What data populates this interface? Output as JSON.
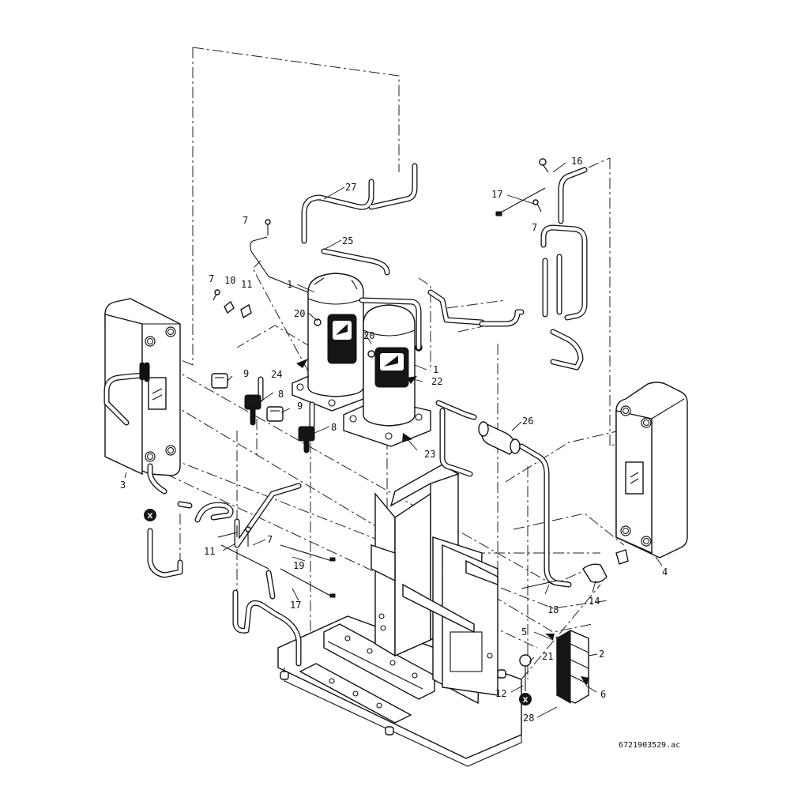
{
  "diagram": {
    "reference_code": "6721903529.ac",
    "connection_marker": "X",
    "callouts": [
      {
        "id": "c1a",
        "text": "1"
      },
      {
        "id": "c1b",
        "text": "1"
      },
      {
        "id": "c2",
        "text": "2"
      },
      {
        "id": "c3",
        "text": "3"
      },
      {
        "id": "c4",
        "text": "4"
      },
      {
        "id": "c5",
        "text": "5"
      },
      {
        "id": "c6",
        "text": "6"
      },
      {
        "id": "c7a",
        "text": "7"
      },
      {
        "id": "c7b",
        "text": "7"
      },
      {
        "id": "c7c",
        "text": "7"
      },
      {
        "id": "c7d",
        "text": "7"
      },
      {
        "id": "c8a",
        "text": "8"
      },
      {
        "id": "c8b",
        "text": "8"
      },
      {
        "id": "c9a",
        "text": "9"
      },
      {
        "id": "c9b",
        "text": "9"
      },
      {
        "id": "c10",
        "text": "10"
      },
      {
        "id": "c11a",
        "text": "11"
      },
      {
        "id": "c11b",
        "text": "11"
      },
      {
        "id": "c12",
        "text": "12"
      },
      {
        "id": "c14",
        "text": "14"
      },
      {
        "id": "c16",
        "text": "16"
      },
      {
        "id": "c17a",
        "text": "17"
      },
      {
        "id": "c17b",
        "text": "17"
      },
      {
        "id": "c18",
        "text": "18"
      },
      {
        "id": "c19",
        "text": "19"
      },
      {
        "id": "c20a",
        "text": "20"
      },
      {
        "id": "c20b",
        "text": "20"
      },
      {
        "id": "c21",
        "text": "21"
      },
      {
        "id": "c22",
        "text": "22"
      },
      {
        "id": "c23",
        "text": "23"
      },
      {
        "id": "c24",
        "text": "24"
      },
      {
        "id": "c25",
        "text": "25"
      },
      {
        "id": "c26",
        "text": "26"
      },
      {
        "id": "c27",
        "text": "27"
      },
      {
        "id": "c28",
        "text": "28"
      }
    ]
  }
}
